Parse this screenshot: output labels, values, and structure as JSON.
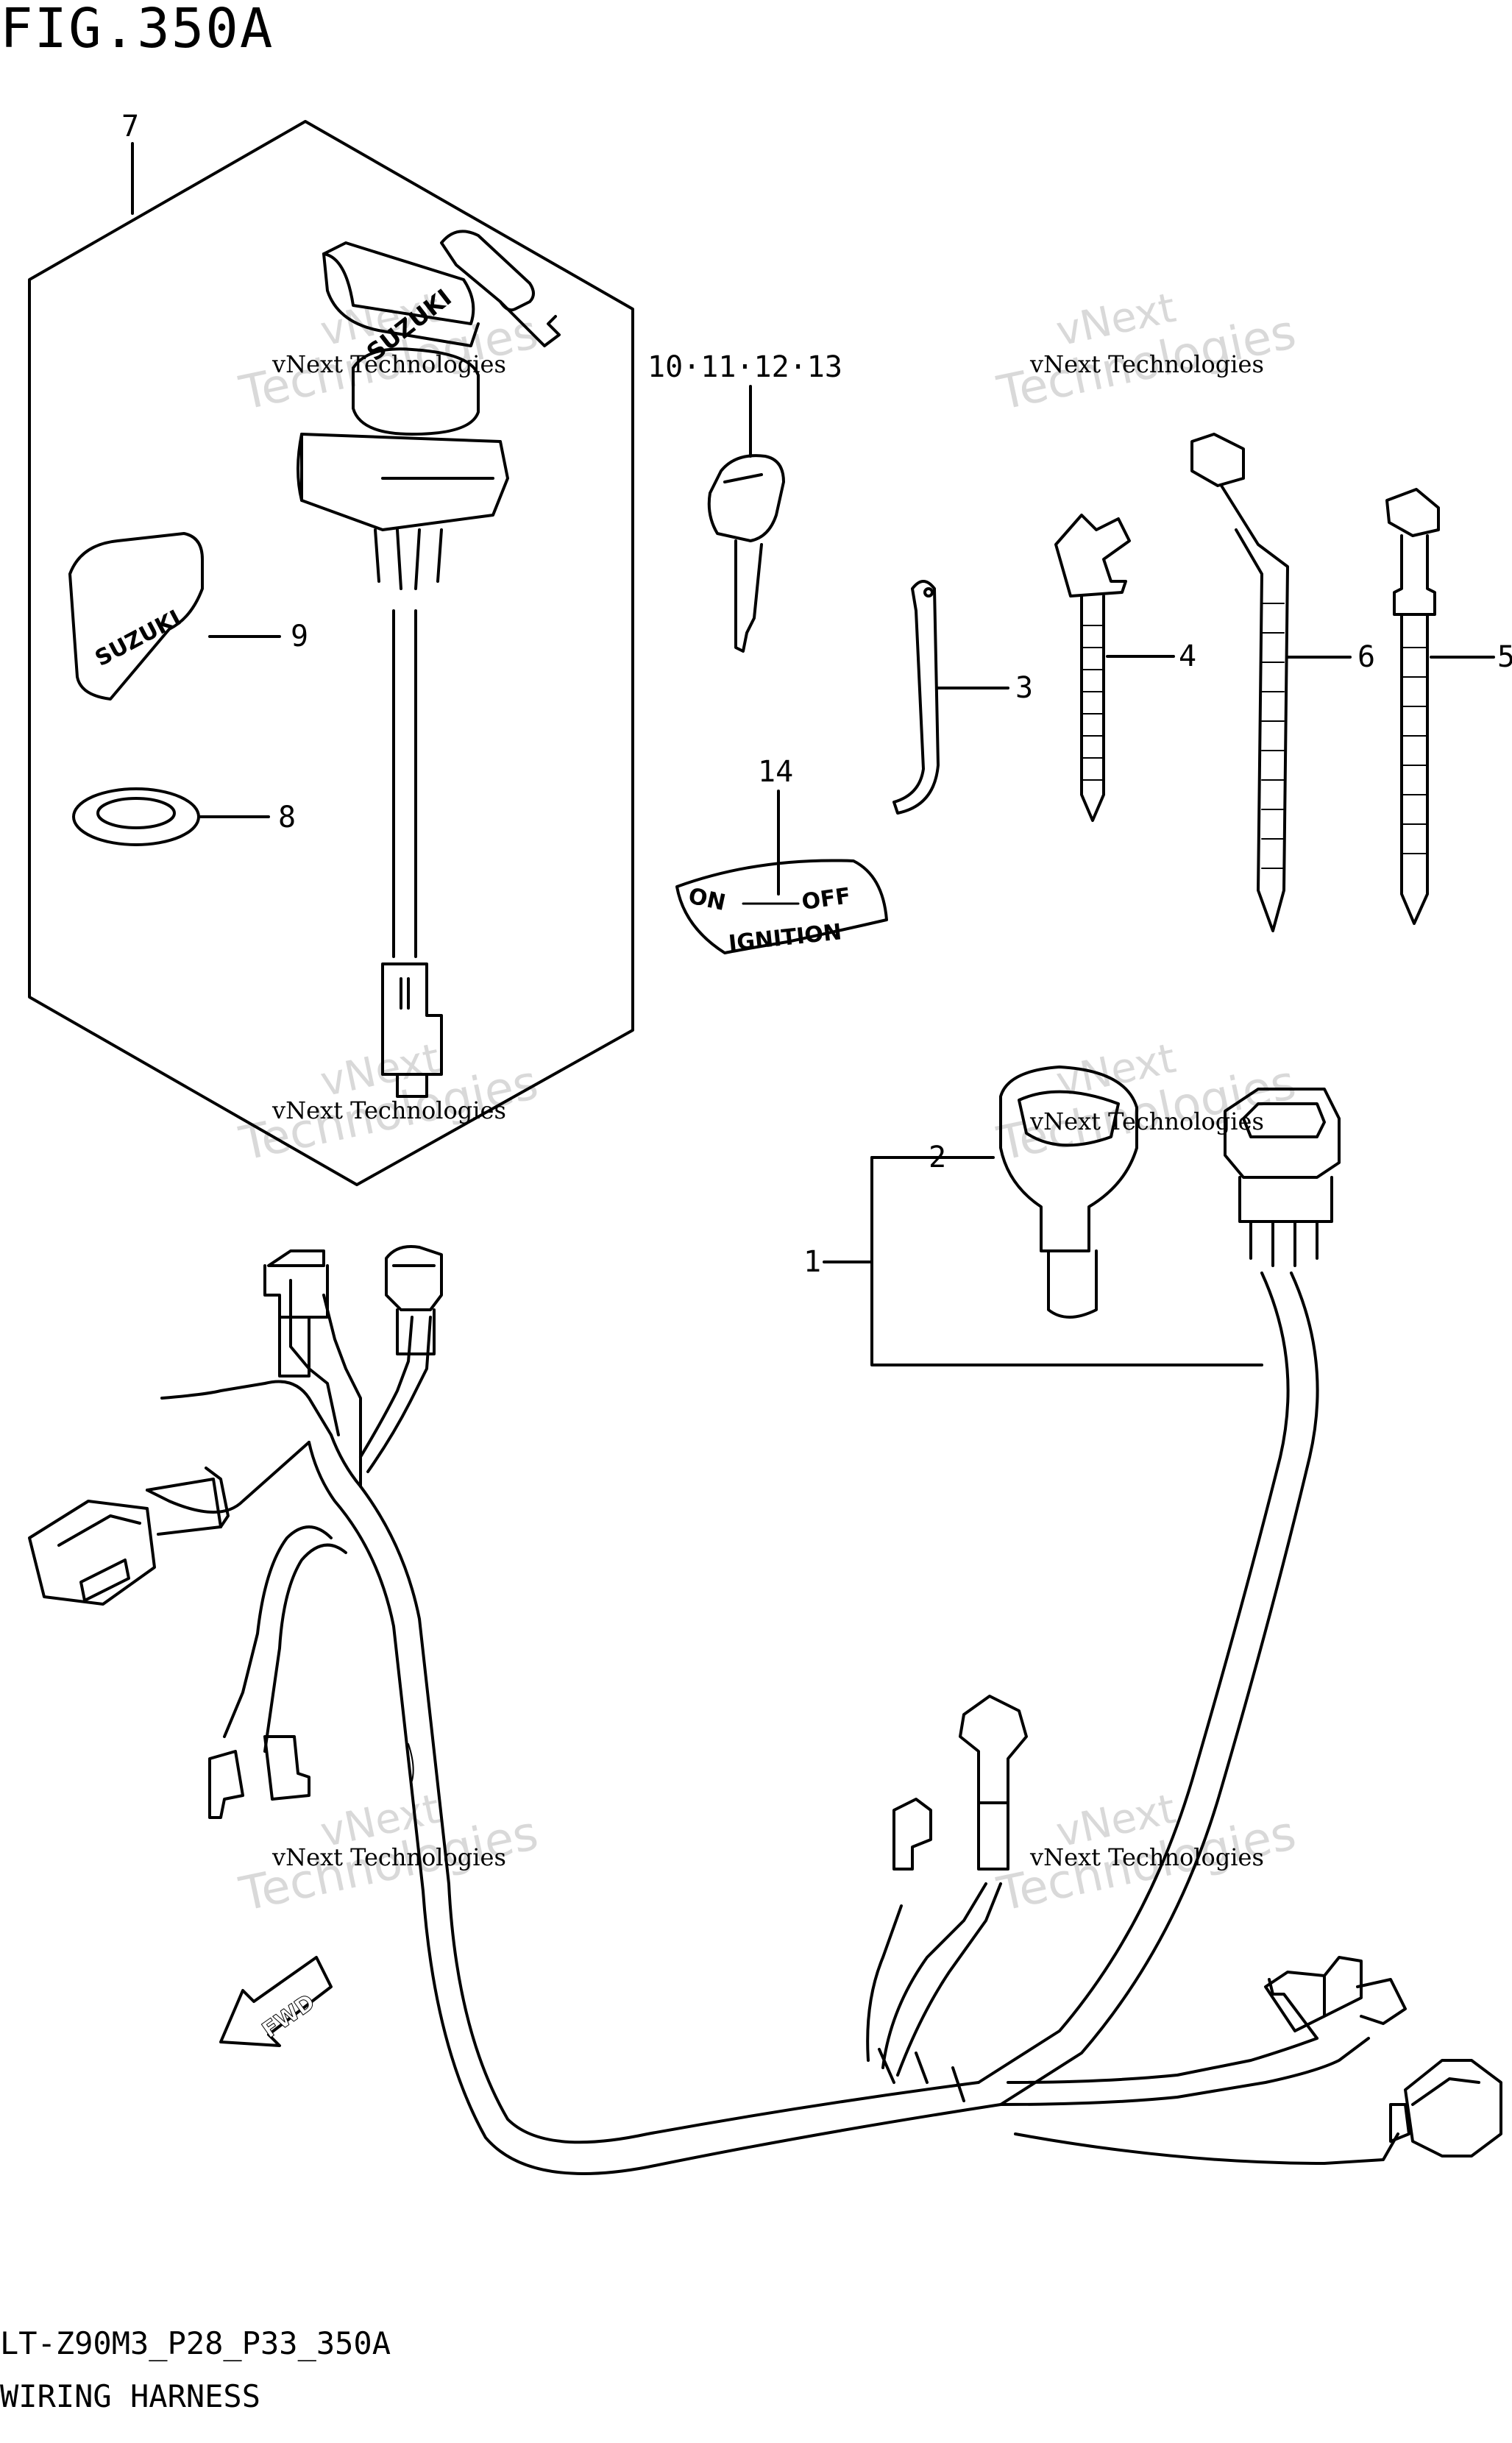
{
  "figure": {
    "title": "FIG.350A",
    "code": "LT-Z90M3_P28_P33_350A",
    "name": "WIRING HARNESS"
  },
  "watermark": {
    "small": "vNext Technologies",
    "big": "Technologies",
    "vnext": "vNext"
  },
  "callouts": [
    {
      "id": "7",
      "label": "7"
    },
    {
      "id": "9",
      "label": "9"
    },
    {
      "id": "8",
      "label": "8"
    },
    {
      "id": "10-13",
      "label": "10·11·12·13"
    },
    {
      "id": "14",
      "label": "14"
    },
    {
      "id": "3",
      "label": "3"
    },
    {
      "id": "4",
      "label": "4"
    },
    {
      "id": "6",
      "label": "6"
    },
    {
      "id": "5",
      "label": "5"
    },
    {
      "id": "2",
      "label": "2"
    },
    {
      "id": "1",
      "label": "1"
    }
  ],
  "parts_text": {
    "brand": "SUZUKI",
    "ignition_on": "ON",
    "ignition_off": "OFF",
    "ignition_label": "IGNITION",
    "fwd": "FWD"
  }
}
